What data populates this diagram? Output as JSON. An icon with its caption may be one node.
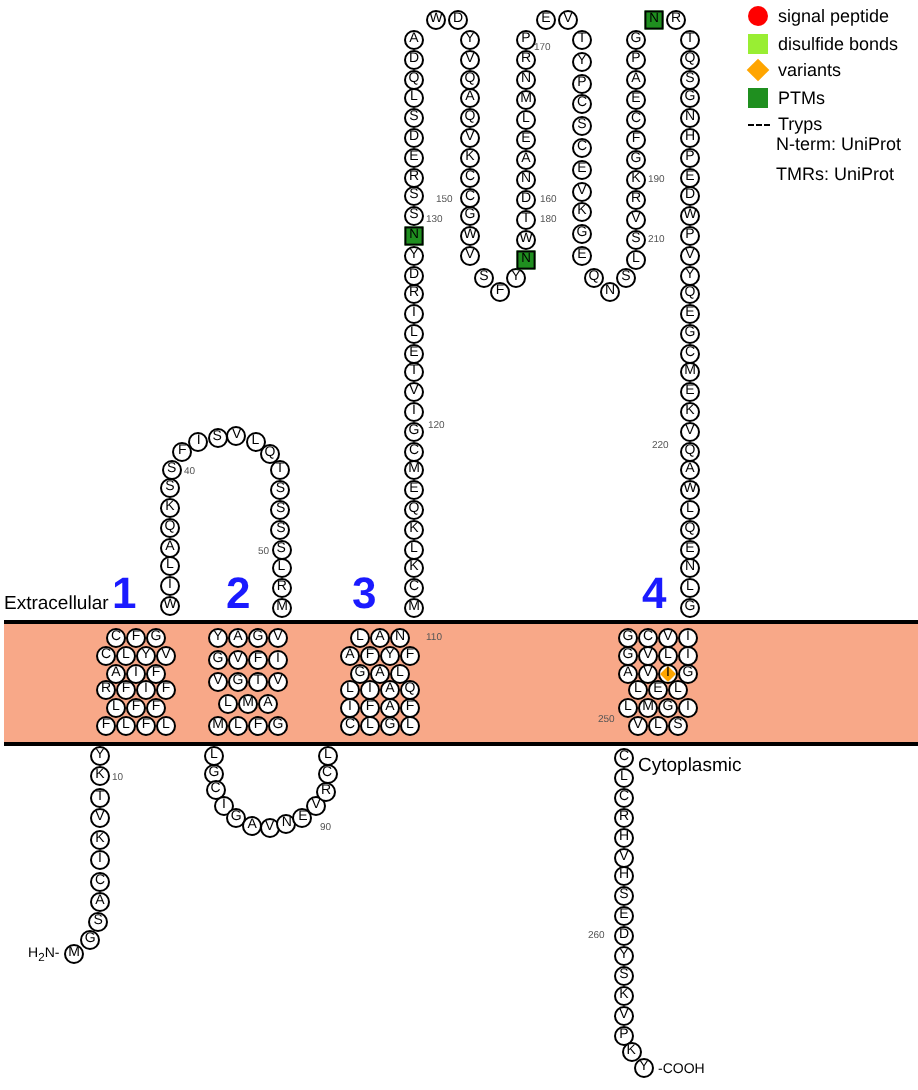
{
  "diagram": {
    "nodes": [
      {
        "text": [
          "M"
        ]
      },
      {
        "text": [
          "G"
        ]
      },
      {
        "text": [
          "S"
        ]
      },
      {
        "text": [
          "A"
        ]
      },
      {
        "text": [
          "C"
        ]
      },
      {
        "text": [
          "I"
        ]
      },
      {
        "text": [
          "K"
        ]
      },
      {
        "text": [
          "V"
        ]
      },
      {
        "text": [
          "T"
        ]
      },
      {
        "text": [
          "K"
        ]
      },
      {
        "text": [
          "Y"
        ]
      },
      {
        "text": [
          "F"
        ]
      },
      {
        "text": [
          "L"
        ]
      },
      {
        "text": [
          "F"
        ]
      },
      {
        "text": [
          "L"
        ]
      },
      {
        "text": [
          "F"
        ]
      },
      {
        "text": [
          "F"
        ]
      },
      {
        "text": [
          "L"
        ]
      },
      {
        "text": [
          "R"
        ]
      },
      {
        "text": [
          "F"
        ]
      },
      {
        "text": [
          "I"
        ]
      },
      {
        "text": [
          "F"
        ]
      },
      {
        "text": [
          "F"
        ]
      },
      {
        "text": [
          "I"
        ]
      },
      {
        "text": [
          "A"
        ]
      },
      {
        "text": [
          "C"
        ]
      },
      {
        "text": [
          "L"
        ]
      },
      {
        "text": [
          "Y"
        ]
      },
      {
        "text": [
          "V"
        ]
      },
      {
        "text": [
          "G"
        ]
      },
      {
        "text": [
          "F"
        ]
      },
      {
        "text": [
          "C"
        ]
      },
      {
        "text": [
          "W"
        ]
      },
      {
        "text": [
          "I"
        ]
      },
      {
        "text": [
          "L"
        ]
      },
      {
        "text": [
          "A"
        ]
      },
      {
        "text": [
          "Q"
        ]
      },
      {
        "text": [
          "K"
        ]
      },
      {
        "text": [
          "S"
        ]
      },
      {
        "text": [
          "S"
        ]
      },
      {
        "text": [
          "F"
        ]
      },
      {
        "text": [
          "I"
        ]
      },
      {
        "text": [
          "S"
        ]
      },
      {
        "text": [
          "V"
        ]
      },
      {
        "text": [
          "L"
        ]
      },
      {
        "text": [
          "Q"
        ]
      },
      {
        "text": [
          "T"
        ]
      },
      {
        "text": [
          "S"
        ]
      },
      {
        "text": [
          "S"
        ]
      },
      {
        "text": [
          "S"
        ]
      },
      {
        "text": [
          "S"
        ]
      },
      {
        "text": [
          "L"
        ]
      },
      {
        "text": [
          "R"
        ]
      },
      {
        "text": [
          "M"
        ]
      },
      {
        "text": [
          "Y"
        ]
      },
      {
        "text": [
          "A"
        ]
      },
      {
        "text": [
          "G"
        ]
      },
      {
        "text": [
          "V"
        ]
      },
      {
        "text": [
          "I"
        ]
      },
      {
        "text": [
          "F"
        ]
      },
      {
        "text": [
          "V"
        ]
      },
      {
        "text": [
          "G"
        ]
      },
      {
        "text": [
          "V"
        ]
      },
      {
        "text": [
          "G"
        ]
      },
      {
        "text": [
          "T"
        ]
      },
      {
        "text": [
          "V"
        ]
      },
      {
        "text": [
          "A"
        ]
      },
      {
        "text": [
          "M"
        ]
      },
      {
        "text": [
          "L"
        ]
      },
      {
        "text": [
          "M"
        ]
      },
      {
        "text": [
          "L"
        ]
      },
      {
        "text": [
          "F"
        ]
      },
      {
        "text": [
          "G"
        ]
      },
      {
        "text": [
          "L"
        ]
      },
      {
        "text": [
          "G"
        ]
      },
      {
        "text": [
          "C"
        ]
      },
      {
        "text": [
          "I"
        ]
      },
      {
        "text": [
          "G"
        ]
      },
      {
        "text": [
          "A"
        ]
      },
      {
        "text": [
          "V"
        ]
      },
      {
        "text": [
          "N"
        ]
      },
      {
        "text": [
          "E"
        ]
      },
      {
        "text": [
          "V"
        ]
      },
      {
        "text": [
          "R"
        ]
      },
      {
        "text": [
          "C"
        ]
      },
      {
        "text": [
          "L"
        ]
      },
      {
        "text": [
          "C"
        ]
      },
      {
        "text": [
          "L"
        ]
      },
      {
        "text": [
          "G"
        ]
      },
      {
        "text": [
          "L"
        ]
      },
      {
        "text": [
          "F"
        ]
      },
      {
        "text": [
          "A"
        ]
      },
      {
        "text": [
          "F"
        ]
      },
      {
        "text": [
          "I"
        ]
      },
      {
        "text": [
          "L"
        ]
      },
      {
        "text": [
          "I"
        ]
      },
      {
        "text": [
          "A"
        ]
      },
      {
        "text": [
          "Q"
        ]
      },
      {
        "text": [
          "L"
        ]
      },
      {
        "text": [
          "A"
        ]
      },
      {
        "text": [
          "G"
        ]
      },
      {
        "text": [
          "A"
        ]
      },
      {
        "text": [
          "F"
        ]
      },
      {
        "text": [
          "Y"
        ]
      },
      {
        "text": [
          "F"
        ]
      },
      {
        "text": [
          "N"
        ]
      },
      {
        "text": [
          "A"
        ]
      },
      {
        "text": [
          "L"
        ]
      },
      {
        "text": [
          "M"
        ]
      },
      {
        "text": [
          "C"
        ]
      },
      {
        "text": [
          "K"
        ]
      },
      {
        "text": [
          "L"
        ]
      },
      {
        "text": [
          "K"
        ]
      },
      {
        "text": [
          "Q"
        ]
      },
      {
        "text": [
          "E"
        ]
      },
      {
        "text": [
          "M"
        ]
      },
      {
        "text": [
          "C"
        ]
      },
      {
        "text": [
          "G"
        ]
      },
      {
        "text": [
          "I"
        ]
      },
      {
        "text": [
          "V"
        ]
      },
      {
        "text": [
          "T"
        ]
      },
      {
        "text": [
          "E"
        ]
      },
      {
        "text": [
          "L"
        ]
      },
      {
        "text": [
          "I"
        ]
      },
      {
        "text": [
          "R"
        ]
      },
      {
        "text": [
          "D"
        ]
      },
      {
        "text": [
          "Y"
        ]
      },
      {
        "text": [
          "N"
        ]
      },
      {
        "text": [
          "S"
        ]
      },
      {
        "text": [
          "S"
        ]
      },
      {
        "text": [
          "R"
        ]
      },
      {
        "text": [
          "E"
        ]
      },
      {
        "text": [
          "D"
        ]
      },
      {
        "text": [
          "S"
        ]
      },
      {
        "text": [
          "L"
        ]
      },
      {
        "text": [
          "Q"
        ]
      },
      {
        "text": [
          "D"
        ]
      },
      {
        "text": [
          "A"
        ]
      },
      {
        "text": [
          "W"
        ]
      },
      {
        "text": [
          "D"
        ]
      },
      {
        "text": [
          "Y"
        ]
      },
      {
        "text": [
          "V"
        ]
      },
      {
        "text": [
          "Q"
        ]
      },
      {
        "text": [
          "A"
        ]
      },
      {
        "text": [
          "Q"
        ]
      },
      {
        "text": [
          "V"
        ]
      },
      {
        "text": [
          "K"
        ]
      },
      {
        "text": [
          "C"
        ]
      },
      {
        "text": [
          "C"
        ]
      },
      {
        "text": [
          "G"
        ]
      },
      {
        "text": [
          "W"
        ]
      },
      {
        "text": [
          "V"
        ]
      },
      {
        "text": [
          "S"
        ]
      },
      {
        "text": [
          "F"
        ]
      },
      {
        "text": [
          "Y"
        ]
      },
      {
        "text": [
          "N"
        ]
      },
      {
        "text": [
          "W"
        ]
      },
      {
        "text": [
          "T"
        ]
      },
      {
        "text": [
          "D"
        ]
      },
      {
        "text": [
          "N"
        ]
      },
      {
        "text": [
          "A"
        ]
      },
      {
        "text": [
          "E"
        ]
      },
      {
        "text": [
          "L"
        ]
      },
      {
        "text": [
          "M"
        ]
      },
      {
        "text": [
          "N"
        ]
      },
      {
        "text": [
          "R"
        ]
      },
      {
        "text": [
          "P"
        ]
      },
      {
        "text": [
          "E"
        ]
      },
      {
        "text": [
          "V"
        ]
      },
      {
        "text": [
          "T"
        ]
      },
      {
        "text": [
          "Y"
        ]
      },
      {
        "text": [
          "P"
        ]
      },
      {
        "text": [
          "C"
        ]
      },
      {
        "text": [
          "S"
        ]
      },
      {
        "text": [
          "C"
        ]
      },
      {
        "text": [
          "E"
        ]
      },
      {
        "text": [
          "V"
        ]
      },
      {
        "text": [
          "K"
        ]
      },
      {
        "text": [
          "G"
        ]
      },
      {
        "text": [
          "E"
        ]
      },
      {
        "text": [
          "Q"
        ]
      },
      {
        "text": [
          "N"
        ]
      },
      {
        "text": [
          "S"
        ]
      },
      {
        "text": [
          "L"
        ]
      },
      {
        "text": [
          "S"
        ]
      },
      {
        "text": [
          "V"
        ]
      },
      {
        "text": [
          "R"
        ]
      },
      {
        "text": [
          "K"
        ]
      },
      {
        "text": [
          "G"
        ]
      },
      {
        "text": [
          "F"
        ]
      },
      {
        "text": [
          "C"
        ]
      },
      {
        "text": [
          "E"
        ]
      },
      {
        "text": [
          "A"
        ]
      },
      {
        "text": [
          "P"
        ]
      },
      {
        "text": [
          "G"
        ]
      },
      {
        "text": [
          "N"
        ]
      },
      {
        "text": [
          "R"
        ]
      },
      {
        "text": [
          "T"
        ]
      },
      {
        "text": [
          "Q"
        ]
      },
      {
        "text": [
          "S"
        ]
      },
      {
        "text": [
          "G"
        ]
      },
      {
        "text": [
          "N"
        ]
      },
      {
        "text": [
          "H"
        ]
      },
      {
        "text": [
          "P"
        ]
      },
      {
        "text": [
          "E"
        ]
      },
      {
        "text": [
          "D"
        ]
      },
      {
        "text": [
          "W"
        ]
      },
      {
        "text": [
          "P"
        ]
      },
      {
        "text": [
          "V"
        ]
      },
      {
        "text": [
          "Y"
        ]
      },
      {
        "text": [
          "Q"
        ]
      },
      {
        "text": [
          "E"
        ]
      },
      {
        "text": [
          "G"
        ]
      },
      {
        "text": [
          "C"
        ]
      },
      {
        "text": [
          "M"
        ]
      },
      {
        "text": [
          "E"
        ]
      },
      {
        "text": [
          "K"
        ]
      },
      {
        "text": [
          "V"
        ]
      },
      {
        "text": [
          "Q"
        ]
      },
      {
        "text": [
          "A"
        ]
      },
      {
        "text": [
          "W"
        ]
      },
      {
        "text": [
          "L"
        ]
      },
      {
        "text": [
          "Q"
        ]
      },
      {
        "text": [
          "E"
        ]
      },
      {
        "text": [
          "N"
        ]
      },
      {
        "text": [
          "L"
        ]
      },
      {
        "text": [
          "G"
        ]
      },
      {
        "text": [
          "G"
        ]
      },
      {
        "text": [
          "C"
        ]
      },
      {
        "text": [
          "V"
        ]
      },
      {
        "text": [
          "I"
        ]
      },
      {
        "text": [
          "I"
        ]
      },
      {
        "text": [
          "L"
        ]
      },
      {
        "text": [
          "V"
        ]
      },
      {
        "text": [
          "G"
        ]
      },
      {
        "text": [
          "A"
        ]
      },
      {
        "text": [
          "V"
        ]
      },
      {
        "text": [
          "I"
        ]
      },
      {
        "text": [
          "G"
        ]
      },
      {
        "text": [
          "L"
        ]
      },
      {
        "text": [
          "E"
        ]
      },
      {
        "text": [
          "L"
        ]
      },
      {
        "text": [
          "L"
        ]
      },
      {
        "text": [
          "M"
        ]
      },
      {
        "text": [
          "G"
        ]
      },
      {
        "text": [
          "I"
        ]
      },
      {
        "text": [
          "S"
        ]
      },
      {
        "text": [
          "L"
        ]
      },
      {
        "text": [
          "V"
        ]
      },
      {
        "text": [
          "C"
        ]
      },
      {
        "text": [
          "L"
        ]
      },
      {
        "text": [
          "C"
        ]
      },
      {
        "text": [
          "R"
        ]
      },
      {
        "text": [
          "H"
        ]
      },
      {
        "text": [
          "V"
        ]
      },
      {
        "text": [
          "H"
        ]
      },
      {
        "text": [
          "S"
        ]
      },
      {
        "text": [
          "E"
        ]
      },
      {
        "text": [
          "D"
        ]
      },
      {
        "text": [
          "Y"
        ]
      },
      {
        "text": [
          "S"
        ]
      },
      {
        "text": [
          "K"
        ]
      },
      {
        "text": [
          "V"
        ]
      },
      {
        "text": [
          "P"
        ]
      },
      {
        "text": [
          "K"
        ]
      },
      {
        "text": [
          "Y"
        ]
      }
    ],
    "labels": [
      "170",
      "N-term: UniProt",
      "TMRs: UniProt",
      "190",
      "150",
      "160",
      "130",
      "180",
      "210",
      "120",
      "220",
      "40",
      "50",
      "1",
      "2",
      "3",
      "4",
      "Extracellular",
      "110",
      "250",
      "Cytoplasmic",
      "10",
      "90",
      "260",
      "H$_{2}$N-",
      "-COOH"
    ],
    "legend": [
      {
        "text": "signal peptide",
        "color": "#ff0000"
      },
      {
        "text": "disulfide bonds",
        "color": "#99ee33"
      },
      {
        "text": "variants",
        "color": "#ffa500"
      },
      {
        "text": "PTMs",
        "color": "#1f8f1f"
      },
      {
        "text": "Tryps"
      }
    ]
  }
}
